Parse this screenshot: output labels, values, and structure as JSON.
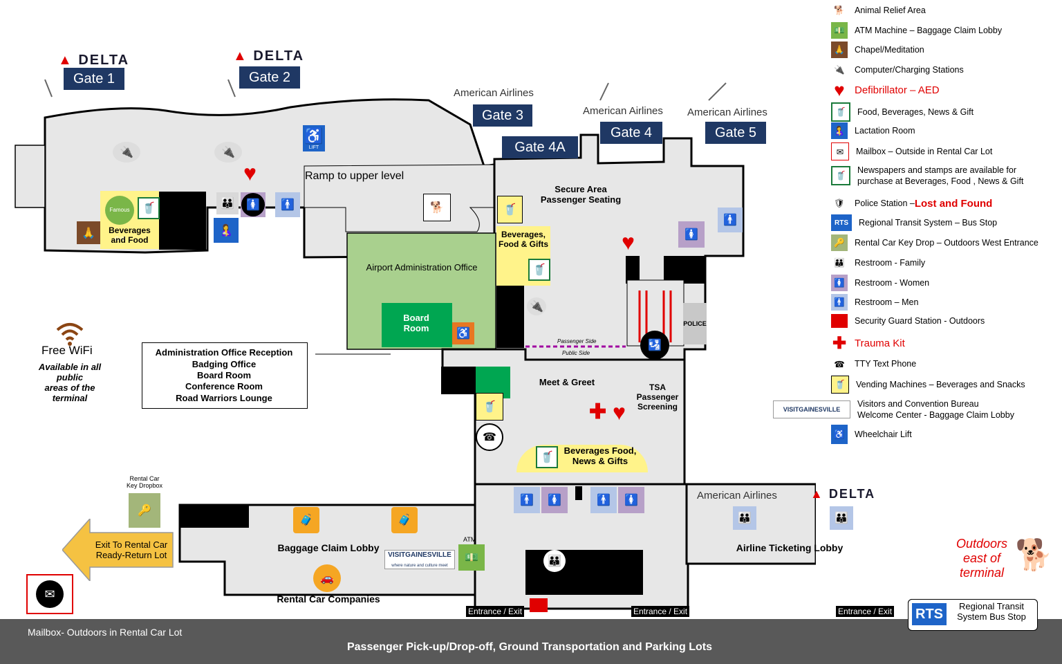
{
  "gates": {
    "gate1": {
      "label": "Gate 1",
      "airline": "DELTA"
    },
    "gate2": {
      "label": "Gate 2",
      "airline": "DELTA"
    },
    "gate3": {
      "label": "Gate 3",
      "airline": "American Airlines"
    },
    "gate4a": {
      "label": "Gate 4A"
    },
    "gate4": {
      "label": "Gate 4",
      "airline": "American Airlines"
    },
    "gate5": {
      "label": "Gate 5",
      "airline": "American Airlines"
    }
  },
  "areas": {
    "ramp": "Ramp to upper level",
    "secure": "Secure Area\nPassenger Seating",
    "admin_office": "Airport Administration Office",
    "board_room": "Board\nRoom",
    "meet_greet": "Meet & Greet",
    "tsa": "TSA\nPassenger\nScreening",
    "passenger_side": "Passenger Side",
    "public_side": "Public Side",
    "bev_food_west": "Beverages\nand Food",
    "bev_food_gifts": "Beverages,\nFood & Gifts",
    "bev_food_news": "Beverages Food,\nNews & Gifts",
    "baggage_claim": "Baggage Claim Lobby",
    "rental_car": "Rental Car Companies",
    "ticketing": "Airline Ticketing Lobby",
    "atm": "ATM",
    "rental_key_dropbox": "Rental Car\nKey Dropbox",
    "exit_rental": "Exit  To Rental Car\nReady-Return Lot",
    "outdoors_east": "Outdoors\neast of\nterminal",
    "rts_stop": "Regional Transit\nSystem Bus Stop",
    "entrance1": "Entrance / Exit",
    "entrance2": "Entrance / Exit",
    "entrance3": "Entrance / Exit",
    "police_badge": "POLICE",
    "lift": "LIFT",
    "grill": "Famous Grill"
  },
  "admin_box": {
    "lines": [
      "Administration Office Reception",
      "Badging Office",
      "Board Room",
      "Conference Room",
      "Road Warriors Lounge"
    ]
  },
  "wifi": {
    "title": "Free WiFi",
    "note": "Available in all\npublic\nareas of the\nterminal"
  },
  "ticketing_airlines": {
    "aa": "American Airlines",
    "delta": "DELTA"
  },
  "visit_logo": "VISITGAINESVILLE",
  "visit_tagline": "where nature and culture meet",
  "footer": {
    "mailbox": "Mailbox-  Outdoors  in Rental Car Lot",
    "main": "Passenger Pick-up/Drop-off, Ground Transportation and Parking Lots"
  },
  "legend": [
    {
      "icon": "animal-relief-icon",
      "label": "Animal Relief Area"
    },
    {
      "icon": "atm-icon",
      "label": "ATM Machine – Baggage Claim Lobby"
    },
    {
      "icon": "chapel-icon",
      "label": " Chapel/Meditation"
    },
    {
      "icon": "charging-icon",
      "label": "Computer/Charging  Stations"
    },
    {
      "icon": "heart-icon",
      "label": "Defibrillator – AED"
    },
    {
      "icon": "food-icon",
      "label": "Food, Beverages,  News & Gift"
    },
    {
      "icon": "lactation-icon",
      "label": "Lactation Room"
    },
    {
      "icon": "mailbox-icon",
      "label": "Mailbox – Outside in Rental Car Lot"
    },
    {
      "icon": "newspaper-icon",
      "label": "Newspapers  and stamps are available  for\npurchase at Beverages, Food , News & Gift"
    },
    {
      "icon": "police-icon",
      "label": "Police Station – ",
      "extra": "Lost and Found"
    },
    {
      "icon": "rts-icon",
      "label": "Regional Transit System – Bus Stop"
    },
    {
      "icon": "key-icon",
      "label": "Rental Car Key Drop – Outdoors West Entrance"
    },
    {
      "icon": "family-icon",
      "label": "Restroom - Family"
    },
    {
      "icon": "women-icon",
      "label": "Restroom - Women"
    },
    {
      "icon": "men-icon",
      "label": "Restroom – Men"
    },
    {
      "icon": "security-icon",
      "label": "Security Guard Station - Outdoors"
    },
    {
      "icon": "trauma-icon",
      "label": "Trauma  Kit"
    },
    {
      "icon": "tty-icon",
      "label": "TTY  Text Phone"
    },
    {
      "icon": "vending-icon",
      "label": "Vending Machines – Beverages  and Snacks"
    },
    {
      "icon": "visit-icon",
      "label": "Visitors and Convention  Bureau\nWelcome Center -  Baggage Claim Lobby"
    },
    {
      "icon": "wheelchair-icon",
      "label": "Wheelchair Lift"
    }
  ],
  "colors": {
    "gate_bg": "#1f3864",
    "floor": "#e7e7e7",
    "admin": "#a9d08e",
    "board": "#00a651",
    "food": "#fff38a",
    "red": "#e00000",
    "footer": "#595959"
  }
}
